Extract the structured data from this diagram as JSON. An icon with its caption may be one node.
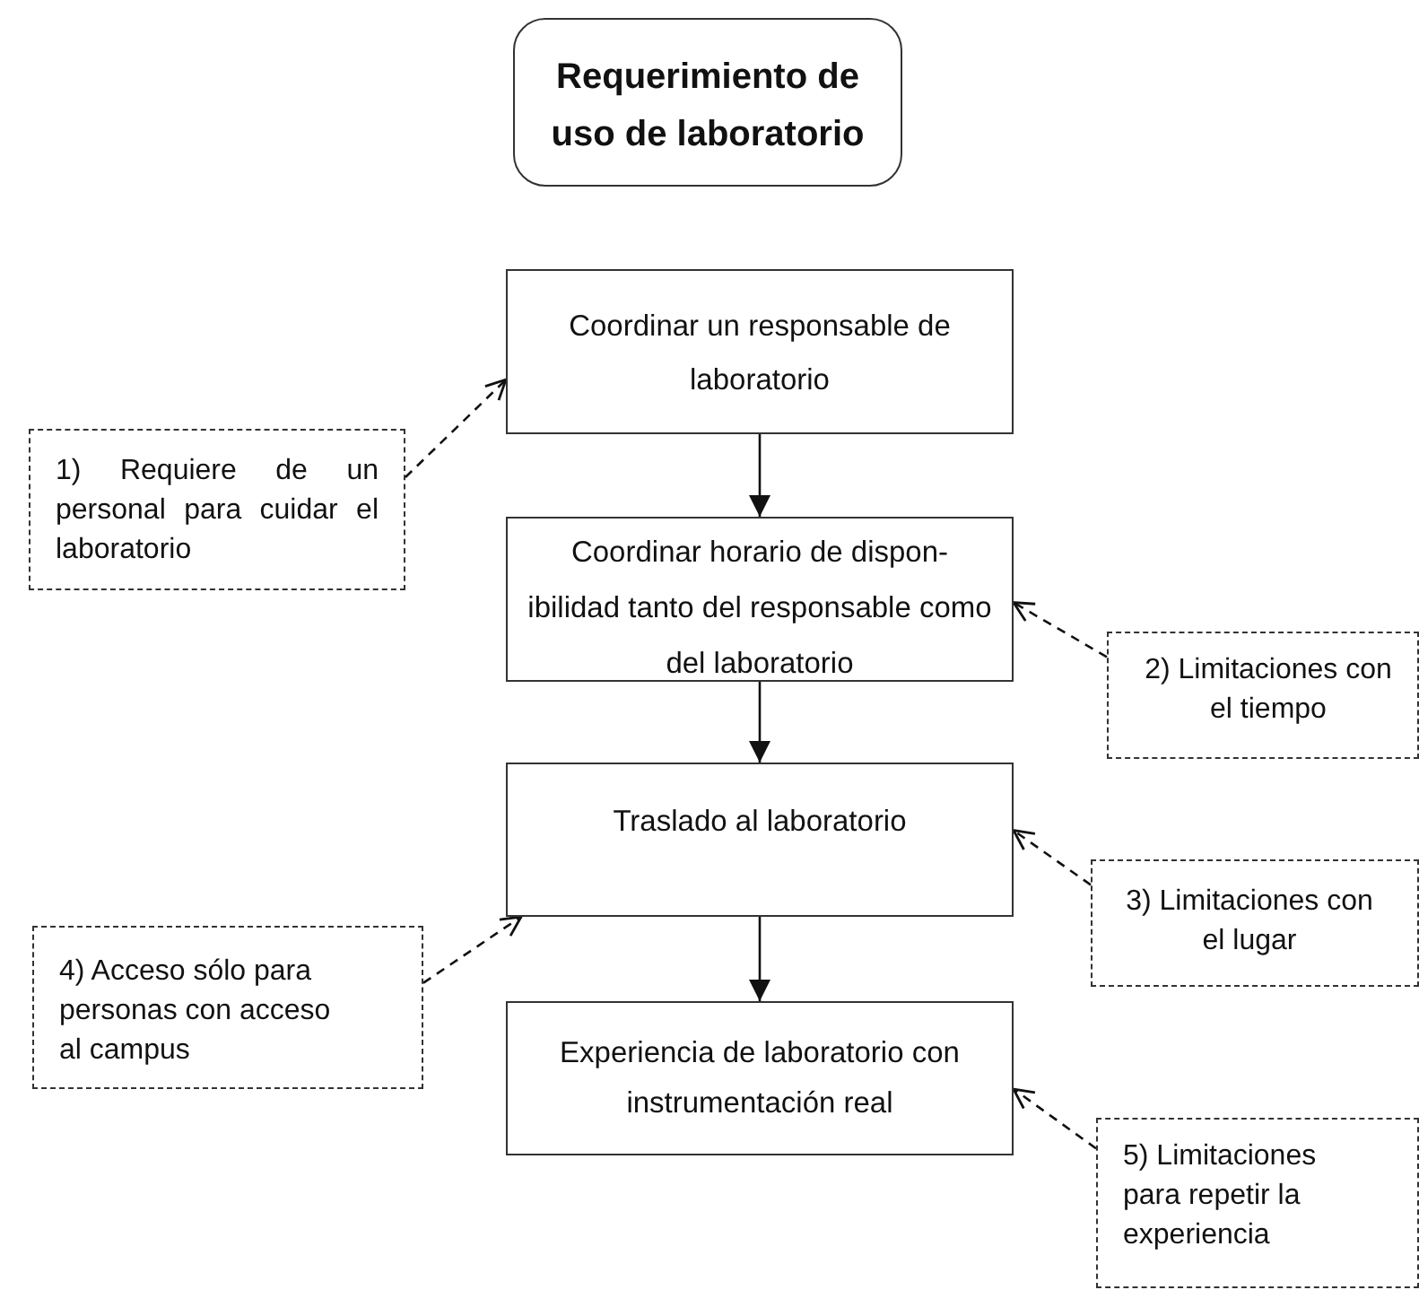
{
  "diagram": {
    "nodes": [
      {
        "text": [
          "Requerimiento de uso de laboratorio"
        ]
      },
      {
        "text": [
          "Coordinar un responsable de laboratorio"
        ]
      },
      {
        "text": [
          "1) Requiere de un personal para cuidar el laboratorio"
        ]
      },
      {
        "text": [
          "Coordinar horario de dispon- ibilidad tanto del responsable como del laboratorio"
        ]
      },
      {
        "text": [
          "2) Limitaciones con el tiempo"
        ]
      },
      {
        "text": [
          "Traslado al laboratorio"
        ]
      },
      {
        "text": [
          "3) Limitaciones con el lugar"
        ]
      },
      {
        "text": [
          "4) Acceso sólo para personas con acceso al campus"
        ]
      },
      {
        "text": [
          "Experiencia de laboratorio con instrumentación real"
        ]
      },
      {
        "text": [
          "5) Limitaciones para repetir la experiencia"
        ]
      }
    ],
    "edges": [
      {
        "from": 1,
        "to": 3,
        "arrow": "to"
      },
      {
        "from": 3,
        "to": 5,
        "arrow": "to"
      },
      {
        "from": 5,
        "to": 8,
        "arrow": "to"
      },
      {
        "from": 2,
        "to": 1,
        "arrow": "to",
        "style": "dashed"
      },
      {
        "from": 4,
        "to": 3,
        "arrow": "to",
        "style": "dashed"
      },
      {
        "from": 6,
        "to": 5,
        "arrow": "to",
        "style": "dashed"
      },
      {
        "from": 7,
        "to": 5,
        "arrow": "to",
        "style": "dashed"
      },
      {
        "from": 9,
        "to": 8,
        "arrow": "to",
        "style": "dashed"
      }
    ]
  }
}
